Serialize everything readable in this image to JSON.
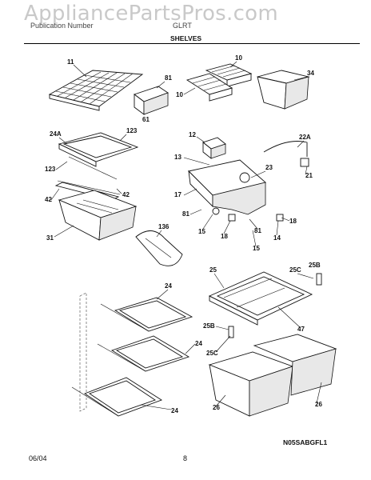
{
  "header": {
    "watermark": "AppliancePartsPros.com",
    "left_text": "Publication Number",
    "right_text": "GLRT",
    "section_title": "SHELVES"
  },
  "footer": {
    "date": "06/04",
    "page_number": "8"
  },
  "diagram": {
    "drawing_code": "N05SABGFL1",
    "callouts": [
      "11",
      "10",
      "10",
      "81",
      "61",
      "34",
      "24A",
      "123",
      "123",
      "42",
      "42",
      "31",
      "12",
      "22A",
      "13",
      "23",
      "21",
      "17",
      "81",
      "18",
      "15",
      "18",
      "81",
      "14",
      "15",
      "136",
      "24",
      "24",
      "24",
      "25",
      "25C",
      "25B",
      "47",
      "25B",
      "25C",
      "26",
      "26"
    ]
  }
}
